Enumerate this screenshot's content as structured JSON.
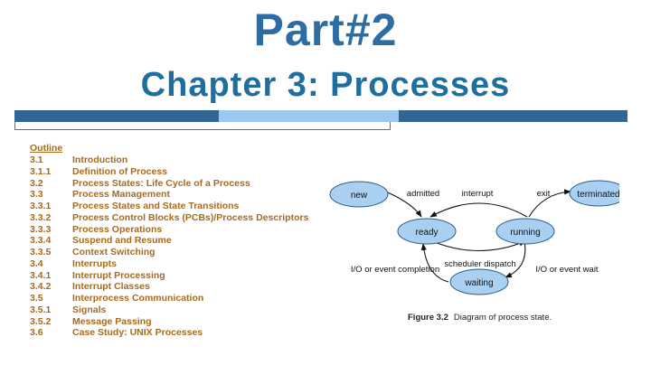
{
  "title": {
    "main": "Part#2",
    "sub": "Chapter 3:  Processes"
  },
  "outline": {
    "heading": "Outline",
    "items": [
      {
        "num": "3.1",
        "text": "Introduction"
      },
      {
        "num": "3.1.1",
        "text": "Definition of Process"
      },
      {
        "num": "3.2",
        "text": "Process States: Life Cycle of a Process"
      },
      {
        "num": "3.3",
        "text": "Process Management"
      },
      {
        "num": "3.3.1",
        "text": "Process States and State Transitions"
      },
      {
        "num": "3.3.2",
        "text": "Process Control Blocks (PCBs)/Process Descriptors"
      },
      {
        "num": "3.3.3",
        "text": "Process Operations"
      },
      {
        "num": "3.3.4",
        "text": "Suspend and Resume"
      },
      {
        "num": "3.3.5",
        "text": "Context Switching"
      },
      {
        "num": "3.4",
        "text": "Interrupts"
      },
      {
        "num": "3.4.1",
        "text": "Interrupt Processing"
      },
      {
        "num": "3.4.2",
        "text": "Interrupt Classes"
      },
      {
        "num": "3.5",
        "text": "Interprocess Communication"
      },
      {
        "num": "3.5.1",
        "text": "Signals"
      },
      {
        "num": "3.5.2",
        "text": "Message Passing"
      },
      {
        "num": "3.6",
        "text": "Case Study: UNIX Processes"
      }
    ]
  },
  "diagram": {
    "states": {
      "new": "new",
      "terminated": "terminated",
      "ready": "ready",
      "running": "running",
      "waiting": "waiting"
    },
    "transitions": {
      "admitted": "admitted",
      "interrupt": "interrupt",
      "exit": "exit",
      "scheduler_dispatch": "scheduler dispatch",
      "io_completion": "I/O or event completion",
      "io_wait": "I/O or event wait"
    },
    "caption_label": "Figure 3.2",
    "caption_text": "Diagram of process state."
  },
  "colors": {
    "title_blue": "#2e6da4",
    "bar_dark": "#2f6694",
    "bar_light": "#9cc7ef",
    "outline_text": "#a86a1d",
    "state_fill": "#a9cff1"
  }
}
